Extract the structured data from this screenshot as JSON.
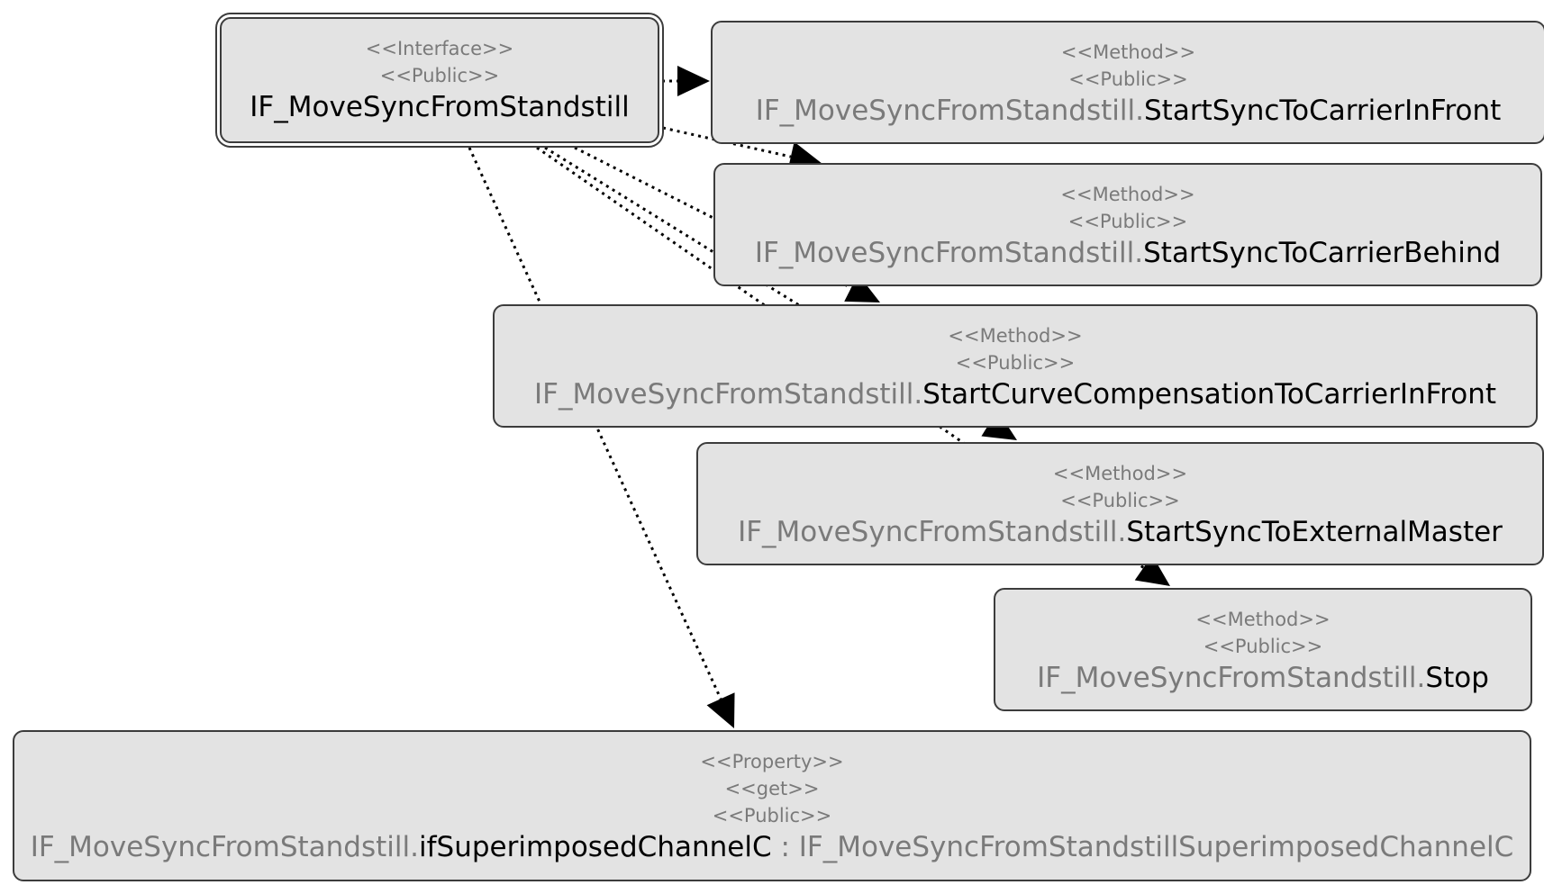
{
  "nodes": {
    "interface": {
      "stereotypes": [
        "<<Interface>>",
        "<<Public>>"
      ],
      "name": "IF_MoveSyncFromStandstill"
    },
    "m_front": {
      "stereotypes": [
        "<<Method>>",
        "<<Public>>"
      ],
      "prefix": "IF_MoveSyncFromStandstill.",
      "member": "StartSyncToCarrierInFront"
    },
    "m_behind": {
      "stereotypes": [
        "<<Method>>",
        "<<Public>>"
      ],
      "prefix": "IF_MoveSyncFromStandstill.",
      "member": "StartSyncToCarrierBehind"
    },
    "m_curve": {
      "stereotypes": [
        "<<Method>>",
        "<<Public>>"
      ],
      "prefix": "IF_MoveSyncFromStandstill.",
      "member": "StartCurveCompensationToCarrierInFront"
    },
    "m_external": {
      "stereotypes": [
        "<<Method>>",
        "<<Public>>"
      ],
      "prefix": "IF_MoveSyncFromStandstill.",
      "member": "StartSyncToExternalMaster"
    },
    "m_stop": {
      "stereotypes": [
        "<<Method>>",
        "<<Public>>"
      ],
      "prefix": "IF_MoveSyncFromStandstill.",
      "member": "Stop"
    },
    "p_channel": {
      "stereotypes": [
        "<<Property>>",
        "<<get>>",
        "<<Public>>"
      ],
      "prefix": "IF_MoveSyncFromStandstill.",
      "member": "ifSuperimposedChannelC",
      "separator": " : ",
      "type": "IF_MoveSyncFromStandstillSuperimposedChannelC"
    }
  },
  "edges": [
    {
      "from": "interface",
      "to": "m_front",
      "style": "dotted"
    },
    {
      "from": "interface",
      "to": "m_behind",
      "style": "dotted"
    },
    {
      "from": "interface",
      "to": "m_curve",
      "style": "dotted"
    },
    {
      "from": "interface",
      "to": "m_external",
      "style": "dotted"
    },
    {
      "from": "interface",
      "to": "m_stop",
      "style": "dotted"
    },
    {
      "from": "interface",
      "to": "p_channel",
      "style": "dotted"
    }
  ],
  "colors": {
    "node_fill": "#e3e3e3",
    "node_border": "#3c3c3c",
    "muted_text": "#7a7a7a",
    "edge": "#000000"
  }
}
